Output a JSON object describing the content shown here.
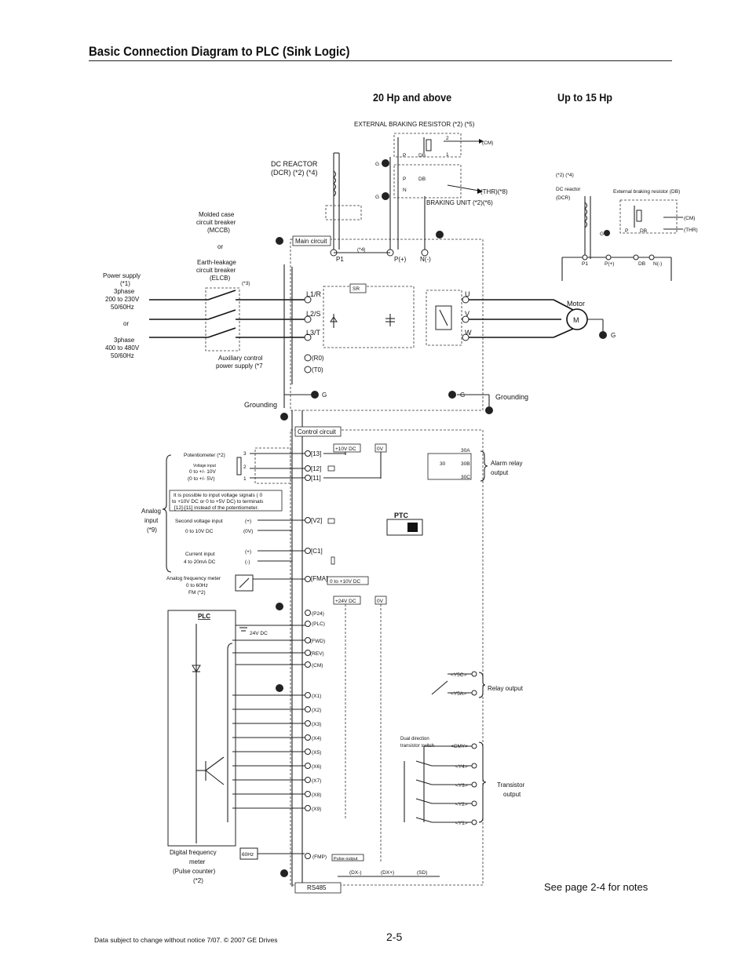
{
  "page": {
    "title": "Basic Connection Diagram to PLC (Sink Logic)",
    "header_left": "20 Hp and above",
    "header_right": "Up to 15 Hp",
    "see_notes": "See page 2-4 for notes",
    "page_number": "2-5",
    "footer": "Data subject to change without notice 7/07. © 2007 GE Drives"
  },
  "labels": {
    "ext_brake": "EXTERNAL BRAKING RESISTOR (*2) (*5)",
    "cm_top": "(CM)",
    "thr": "(THR)(*8)",
    "braking_unit": "BRAKING UNIT (*2)(*6)",
    "dc_reactor_1": "DC REACTOR",
    "dc_reactor_2": "(DCR) (*2) (*4)",
    "mccb_1": "Molded case",
    "mccb_2": "circuit breaker",
    "mccb_3": "(MCCB)",
    "or1": "or",
    "elcb_1": "Earth-leakage",
    "elcb_2": "circuit breaker",
    "elcb_3": "(ELCB)",
    "star3": "(*3)",
    "ps_1": "Power supply",
    "ps_2": "(*1)",
    "ps_3": "3phase",
    "ps_4": "200 to 230V",
    "ps_5": "50/60Hz",
    "or2": "or",
    "ps_6": "3phase",
    "ps_7": "400 to 480V",
    "ps_8": "50/60Hz",
    "main_circuit": "Main circuit",
    "p1": "P1",
    "star4": "(*4)",
    "pplus": "P(+)",
    "nminus": "N(-)",
    "l1": "L1/R",
    "l2": "L2/S",
    "l3": "L3/T",
    "sr": "SR",
    "u": "U",
    "v": "V",
    "w": "W",
    "motor": "Motor",
    "motor_m": "M",
    "g": "G",
    "aux_1": "Auxiliary control",
    "aux_2": "power supply (*7",
    "r0": "(R0)",
    "t0": "(T0)",
    "grounding": "Grounding",
    "grounding2": "Grounding",
    "control_circuit": "Control circuit",
    "p10v": "+10V DC",
    "zero_v": "0V",
    "t13": "[13]",
    "t12": "[12]",
    "t11": "[11]",
    "pot_1": "Potentiometer (*2)",
    "pot_2": "Voltage input",
    "pot_3": "0 to +/- 10V",
    "pot_4": "(0 to +/- 5V)",
    "box_1": "It is possible to input voltage signals ( 0",
    "box_2": "to +10V DC or 0 to +5V DC) to terminals",
    "box_3": "[12]-[11] instead of the potentiometer.",
    "analog_1": "Analog",
    "analog_2": "input",
    "analog_3": "(*9)",
    "sec_1": "Second voltage input",
    "sec_2": "0 to 10V DC",
    "plus": "(+)",
    "zv": "(0V)",
    "v2": "[V2]",
    "cur_1": "Current input",
    "cur_2": "4 to 20mA DC",
    "plus2": "(+)",
    "minus2": "(-)",
    "c1": "[C1]",
    "afm_1": "Analog frequency meter",
    "afm_2": "0 to 60Hz",
    "afm_3": "FM (*2)",
    "fma": "[FMA]",
    "fma_range": "0 to +10V DC",
    "ptc": "PTC",
    "n30": "30",
    "t30a": "30A",
    "t30b": "30B",
    "t30c": "30C",
    "alarm_1": "Alarm relay",
    "alarm_2": "output",
    "p24v": "+24V DC",
    "zero_v2": "0V",
    "plc": "PLC",
    "v24": "24V DC",
    "p24": "(P24)",
    "plc_t": "(PLC)",
    "fwd": "(FWD)",
    "rev": "(REV)",
    "cm": "(CM)",
    "x1": "(X1)",
    "x2": "(X2)",
    "x3": "(X3)",
    "x4": "(X4)",
    "x5": "(X5)",
    "x6": "(X6)",
    "x7": "(X7)",
    "x8": "(X8)",
    "x9": "(X9)",
    "y5c": "<Y5C>",
    "y5a": "<Y5A>",
    "relay_out": "Relay output",
    "dual_1": "Dual direction",
    "dual_2": "transistor switch",
    "cmy": "<CMY>",
    "y4": "<Y4>",
    "y3": "<Y3>",
    "y2": "<Y2>",
    "y1": "<Y1>",
    "tr_1": "Transistor",
    "tr_2": "output",
    "dfm_1": "Digital frequency",
    "dfm_2": "meter",
    "dfm_3": "(Pulse counter)",
    "dfm_4": "(*2)",
    "hz60": "60Hz",
    "fmp": "(FMP)",
    "pulse": "Pulse output",
    "dxm": "(DX-)",
    "dxp": "(DX+)",
    "sd": "(SD)",
    "rs485": "RS485",
    "r_star": "(*2) (*4)",
    "r_dcr1": "DC reactor",
    "r_dcr2": "(DCR)",
    "r_ext": "External braking resistor (DB)",
    "r_cm": "(CM)",
    "r_thr": "(THR)",
    "r_p1": "P1",
    "r_pplus": "P(+)",
    "r_db": "DB",
    "r_nminus": "N(-)",
    "r_g": "G",
    "r_p": "P",
    "r_db2": "DB",
    "db": "DB",
    "p": "P",
    "n": "N",
    "n1": "1",
    "n2": "2",
    "n3": "3"
  }
}
